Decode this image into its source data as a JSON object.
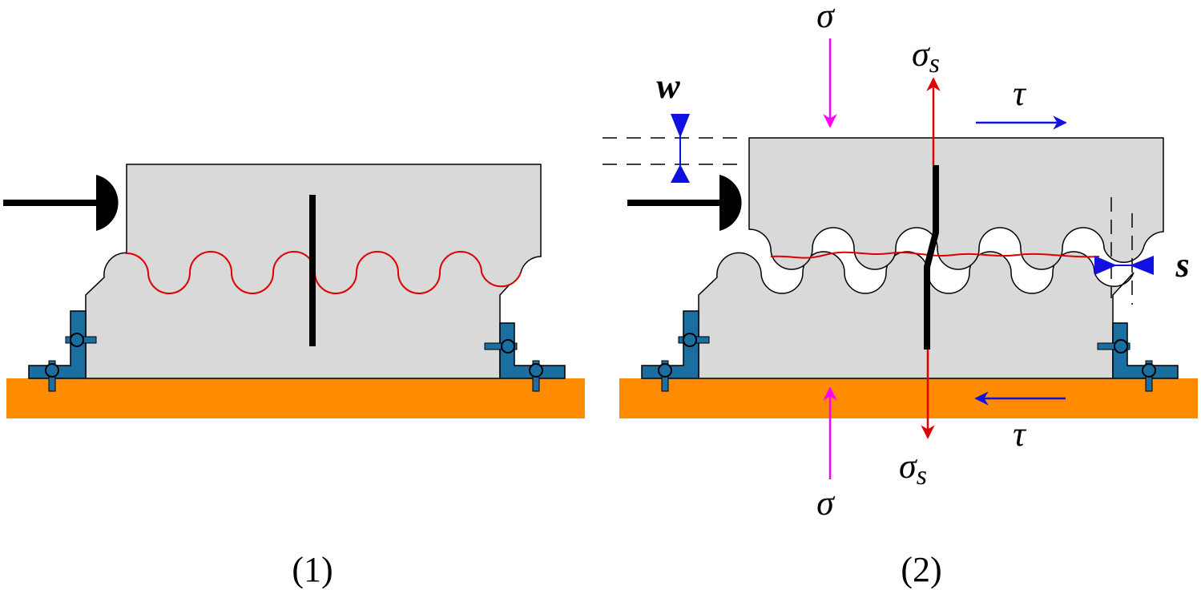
{
  "panels": [
    {
      "caption": "(1)"
    },
    {
      "caption": "(2)",
      "labels": {
        "normal_stress_top": "σ",
        "normal_stress_bottom": "σ",
        "shear_stress_top": "τ",
        "shear_stress_bottom": "τ",
        "shear_sigma_top": "σ",
        "shear_sigma_top_sub": "s",
        "shear_sigma_bottom": "σ",
        "shear_sigma_bottom_sub": "s",
        "opening": "w",
        "slip": "s"
      }
    }
  ],
  "colors": {
    "specimen_fill": "#d9d9d9",
    "base": "#ff8c00",
    "clamp": "#1a6ea0",
    "interface": "#e00000",
    "normal_arrow": "#ff00ff",
    "shear_arrow": "#1010e0",
    "bar_arrow": "#e00000",
    "gauge_marker": "#1010e0",
    "outline": "#000000"
  }
}
